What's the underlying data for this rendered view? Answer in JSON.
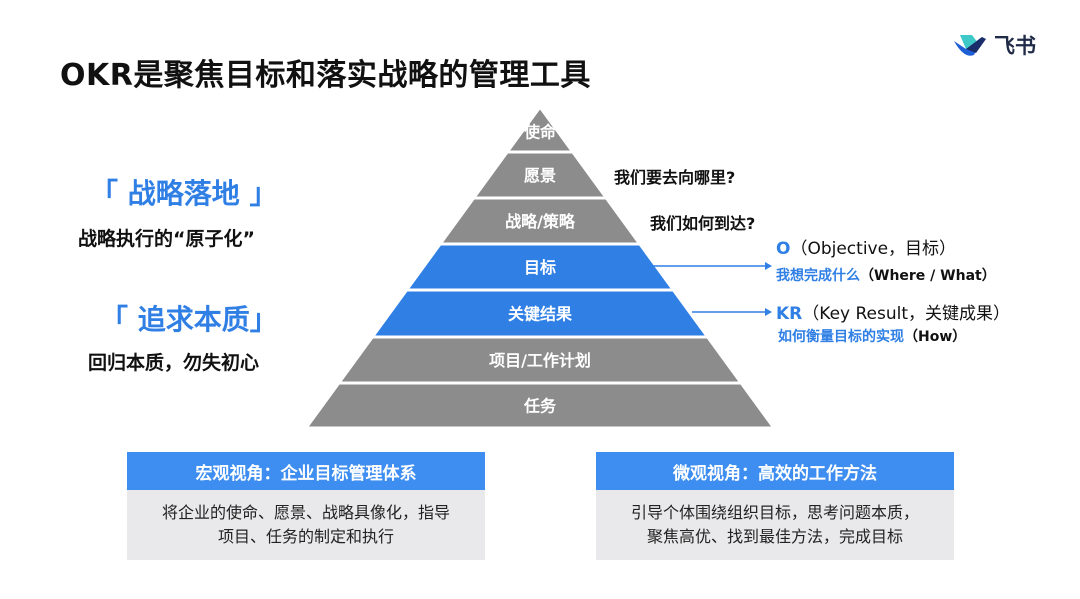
{
  "title": "OKR是聚焦目标和落实战略的管理工具",
  "logo": {
    "text": "飞书",
    "icon": "feishu-bird-icon"
  },
  "left": {
    "heading1": "「 战略落地 」",
    "sub1": "战略执行的“原子化”",
    "heading2": "「 追求本质」",
    "sub2": "回归本质，勿失初心"
  },
  "pyramid": {
    "levels": [
      {
        "label": "使命",
        "color": "#8c8c8c"
      },
      {
        "label": "愿景",
        "color": "#8c8c8c"
      },
      {
        "label": "战略/策略",
        "color": "#8c8c8c"
      },
      {
        "label": "目标",
        "color": "#2f7fe5"
      },
      {
        "label": "关键结果",
        "color": "#2f7fe5"
      },
      {
        "label": "项目/工作计划",
        "color": "#8c8c8c"
      },
      {
        "label": "任务",
        "color": "#8c8c8c"
      }
    ]
  },
  "questions": {
    "q1": "我们要去向哪里?",
    "q2": "我们如何到达?"
  },
  "annotations": {
    "objective_letter": "O",
    "objective_rest": "（Objective，目标）",
    "objective_sub_accent": "我想完成什么",
    "objective_sub_rest": "（Where / What）",
    "kr_letter": "KR",
    "kr_rest": "（Key Result，关键成果）",
    "kr_sub_accent": "如何衡量目标的实现",
    "kr_sub_rest": "（How）"
  },
  "boxes": {
    "macro": {
      "header": "宏观视角：企业目标管理体系",
      "line1": "将企业的使命、愿景、战略具像化，指导",
      "line2": "项目、任务的制定和执行"
    },
    "micro": {
      "header": "微观视角：高效的工作方法",
      "line1": "引导个体围绕组织目标，思考问题本质，",
      "line2": "聚焦高优、找到最佳方法，完成目标"
    }
  },
  "colors": {
    "accent": "#2f7fe5",
    "gray_level": "#8c8c8c",
    "box_header": "#3d8ef0",
    "box_body": "#e9e9eb"
  }
}
